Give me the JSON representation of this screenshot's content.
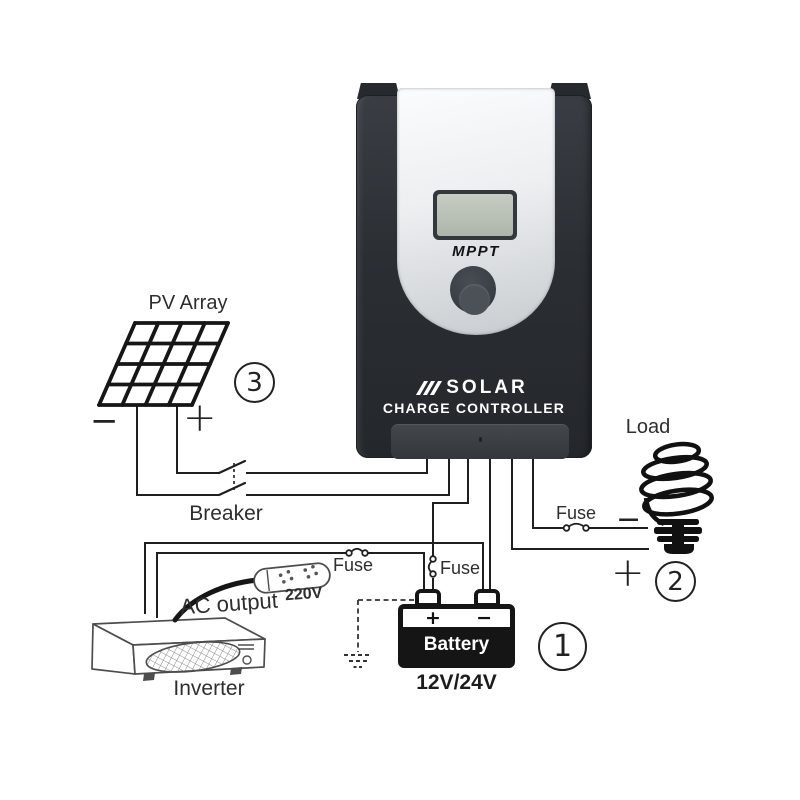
{
  "labels": {
    "pv_array": "PV Array",
    "breaker": "Breaker",
    "load": "Load",
    "inverter": "Inverter",
    "ac_output": "AC output",
    "ac_voltage": "220V",
    "fuse_load": "Fuse",
    "fuse_battery": "Fuse",
    "fuse_inverter": "Fuse"
  },
  "controller": {
    "display": "MPPT",
    "brand_line1": "SOLAR",
    "brand_line2": "CHARGE CONTROLLER"
  },
  "battery": {
    "name": "Battery",
    "voltage": "12V/24V",
    "positive": "+",
    "negative": "−"
  },
  "markers": {
    "pv_positive": "+",
    "pv_negative": "−",
    "load_positive": "+",
    "load_negative": "−"
  },
  "step_numbers": {
    "battery": "1",
    "load": "2",
    "pv": "3"
  },
  "colors": {
    "wire": "#1f1f1f",
    "controller_body": "#2b2f34",
    "silver_panel": "#e9ebed",
    "label_text": "#2e2e2e"
  }
}
